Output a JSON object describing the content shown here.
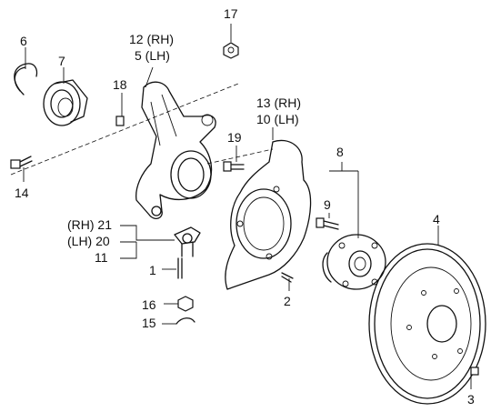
{
  "callouts": {
    "1": "1",
    "2": "2",
    "3": "3",
    "4": "4",
    "6": "6",
    "7": "7",
    "8": "8",
    "9": "9",
    "11": "11",
    "14": "14",
    "15": "15",
    "16": "16",
    "17": "17",
    "18": "18",
    "19": "19",
    "12_rh": "12 (RH)",
    "5_lh": "5 (LH)",
    "13_rh": "13 (RH)",
    "10_lh": "10 (LH)",
    "21_rh": "(RH) 21",
    "20_lh": "(LH) 20"
  },
  "colors": {
    "line": "#111111",
    "background": "#ffffff"
  }
}
